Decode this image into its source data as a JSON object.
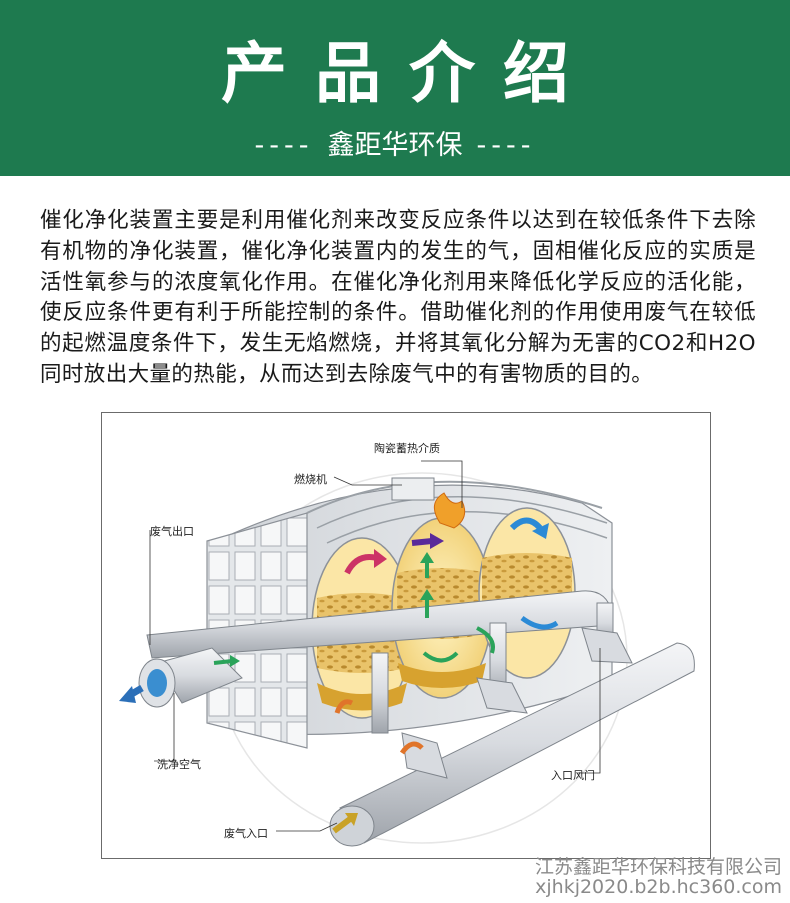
{
  "banner": {
    "title": "产品介绍",
    "subtitle": "鑫距华环保",
    "dash_left": "----",
    "dash_right": "----",
    "background": "#1e7a4f"
  },
  "description": "催化净化装置主要是利用催化剂来改变反应条件以达到在较低条件下去除有机物的净化装置，催化净化装置内的发生的气，固相催化反应的实质是活性氧参与的浓度氧化作用。在催化净化剂用来降低化学反应的活化能，使反应条件更有利于所能控制的条件。借助催化剂的作用使用废气在较低的起燃温度条件下，发生无焰燃烧，并将其氧化分解为无害的CO2和H2O同时放出大量的热能，从而达到去除废气中的有害物质的目的。",
  "diagram": {
    "labels": {
      "ceramic": "陶瓷蓄热介质",
      "burner": "燃烧机",
      "exhaust_outlet": "废气出口",
      "purge_air": "洗净空气",
      "inlet_fan": "入口风门",
      "exhaust_inlet": "废气入口"
    }
  },
  "watermark": {
    "company": "江苏鑫距华环保科技有限公司",
    "site": "xjhkj2020.b2b.hc360.com"
  }
}
